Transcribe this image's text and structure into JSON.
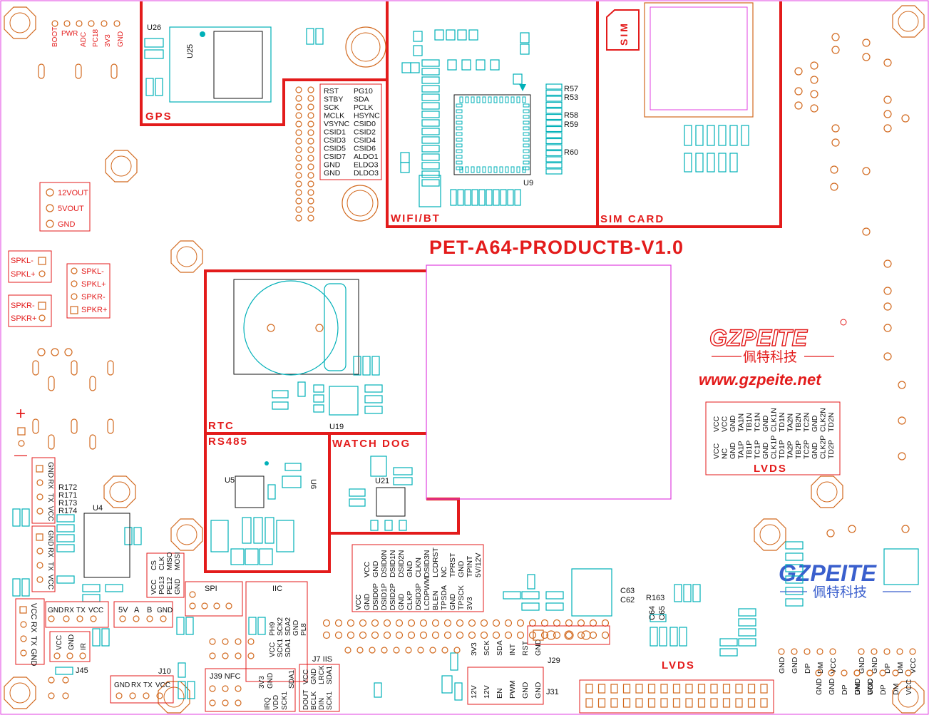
{
  "board": {
    "title": "PET-A64-PRODUCTB-V1.0",
    "brand": "GZPEITE",
    "brand_cn": "佩特科技",
    "website": "www.gzpeite.net",
    "colors": {
      "silk": "#d2691e",
      "red": "#e31b1b",
      "pad": "#00b0b8",
      "pink": "#e040e0",
      "blue": "#3a5fcd"
    }
  },
  "sections": {
    "gps": "GPS",
    "wifi": "WIFI/BT",
    "sim": "SIM CARD",
    "rtc": "RTC",
    "rs485": "RS485",
    "watchdog": "WATCH DOG",
    "lvds_box": "LVDS",
    "lvds_bottom": "LVDS",
    "sim_chip": "SIM"
  },
  "refs": {
    "u26": "U26",
    "u25": "U25",
    "u9": "U9",
    "u19": "U19",
    "u5": "U5",
    "u6": "U6",
    "u21": "U21",
    "u4": "U4",
    "r57": "R57",
    "r53": "R53",
    "r58": "R58",
    "r59": "R59",
    "r60": "R60",
    "r172": "R172",
    "r171": "R171",
    "r173": "R173",
    "r174": "R174",
    "c63": "C63",
    "c62": "C62",
    "r163": "R163",
    "c64": "C64",
    "c65": "C65",
    "j29": "J29",
    "j31": "J31",
    "j10": "J10",
    "j45": "J45",
    "j7": "J7 IIS",
    "j39": "J39 NFC"
  },
  "top_left_labels": [
    "BOOT",
    "PWR",
    "ADC",
    "PC18",
    "3V3",
    "GND"
  ],
  "power_labels": [
    "12VOUT",
    "5VOUT",
    "GND"
  ],
  "spk_left": [
    "SPKL-",
    "SPKL+"
  ],
  "spk_right": [
    "SPKR-",
    "SPKR+"
  ],
  "spk_group": [
    "SPKL-",
    "SPKL+",
    "SPKR-",
    "SPKR+"
  ],
  "csi_left": [
    "RST",
    "STBY",
    "SCK",
    "MCLK",
    "VSYNC",
    "CSID1",
    "CSID3",
    "CSID5",
    "CSID7",
    "GND",
    "GND"
  ],
  "csi_right": [
    "PG10",
    "SDA",
    "PCLK",
    "HSYNC",
    "CSID0",
    "CSID2",
    "CSID4",
    "CSID6",
    "ALDO1",
    "ELDO3",
    "DLDO3"
  ],
  "lvds_pins_top": [
    "VCC",
    "VCC",
    "GND",
    "TA1N",
    "TB1N",
    "TC1N",
    "GND",
    "CLK1N",
    "TD1N",
    "TA2N",
    "TB2N",
    "TC2N",
    "GND",
    "CLK2N",
    "TD2N"
  ],
  "lvds_pins_bot": [
    "VCC",
    "NC",
    "GND",
    "TA1P",
    "TB1P",
    "TC1P",
    "GND",
    "CLK1P",
    "TD1P",
    "TA2P",
    "TB2P",
    "TC2P",
    "GND",
    "CLK2P",
    "TD2P"
  ],
  "uart_top": [
    "GND",
    "RX",
    "TX",
    "VCC"
  ],
  "uart_mid": [
    "GND",
    "RX",
    "TX",
    "VCC"
  ],
  "uart_left": [
    "VCC",
    "RX",
    "TX",
    "GND"
  ],
  "uart_h": [
    "GND",
    "RX",
    "TX",
    "VCC"
  ],
  "uart_h2": [
    "GND",
    "RX",
    "TX",
    "VCC"
  ],
  "ir_labels": [
    "VCC",
    "GND",
    "IR"
  ],
  "power_in": [
    "5V",
    "A",
    "B",
    "GND"
  ],
  "spi_cols": [
    "VCC",
    "PG13",
    "PE12",
    "GND",
    "CS",
    "CLK",
    "MISO",
    "MOSI"
  ],
  "spi": "SPI",
  "iic": "IIC",
  "iic_cols": [
    "VCC",
    "SCK1",
    "SDA1",
    "PH9",
    "SCK2",
    "SDA2",
    "GND",
    "PL8"
  ],
  "iis_cols": [
    "DOUT",
    "BCLK",
    "DIN",
    "SCK1",
    "VCC",
    "GND",
    "LRCK",
    "SDA1"
  ],
  "nfc_cols": [
    "IRQ",
    "3V3",
    "VDD",
    "SCK1",
    "GND",
    "SDA1"
  ],
  "mipi_left": [
    "VCC",
    "GND",
    "DSID0P",
    "DSID1P",
    "DSID2P",
    "GND",
    "CLKP",
    "DSID3P",
    "LCDPWM",
    "BLEN",
    "TPSDA",
    "GND",
    "TPSCK",
    "3V3"
  ],
  "mipi_right": [
    "VCC",
    "GND",
    "DSID0N",
    "DSID1N",
    "DSID2N",
    "GND",
    "CLKN",
    "DSID3N",
    "LCDRST",
    "NC",
    "TPRST",
    "GND",
    "TPINT",
    "5V/12V"
  ],
  "j29_labels": [
    "3V3",
    "SCK",
    "SDA",
    "INT",
    "RST",
    "GND"
  ],
  "j31_labels": [
    "12V",
    "12V",
    "EN",
    "PWM",
    "GND",
    "GND"
  ],
  "usb_a": [
    "GND",
    "GND",
    "DP",
    "DM",
    "VCC"
  ],
  "usb_b": [
    "GND",
    "GND",
    "DP",
    "DM",
    "VCC"
  ],
  "usb_c": [
    "GND",
    "GND",
    "DP",
    "DM",
    "VCC"
  ],
  "usb_d": [
    "GND",
    "GND",
    "DP",
    "DM",
    "VCC"
  ],
  "plus": "+",
  "minus": "—"
}
